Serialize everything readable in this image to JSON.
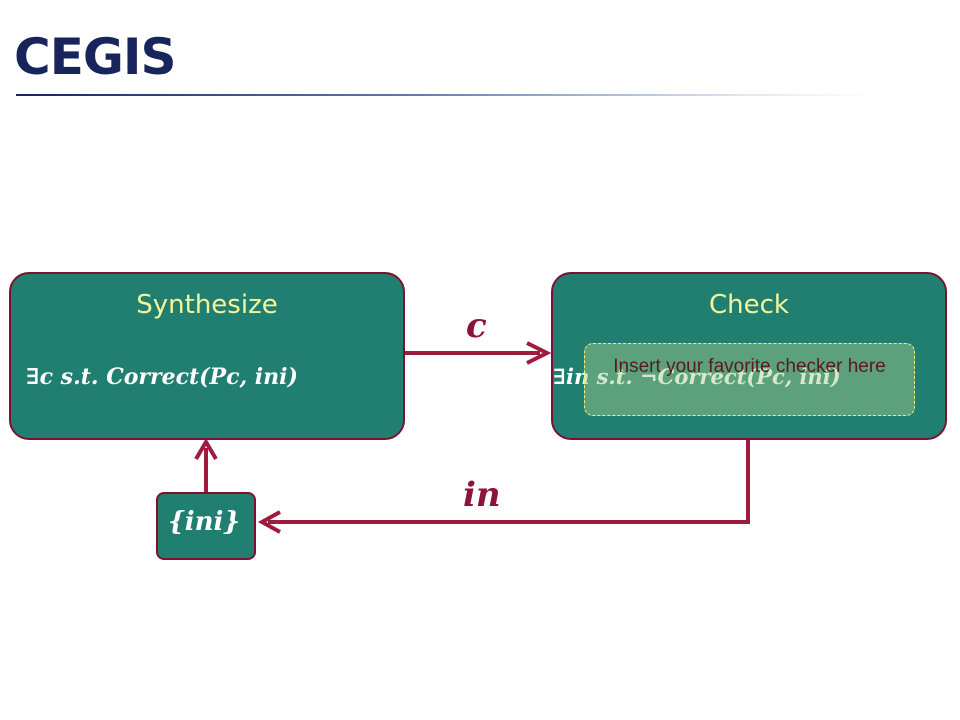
{
  "slide": {
    "title": "CEGIS"
  },
  "diagram": {
    "synthesize": {
      "label": "Synthesize",
      "formula": "∃c  s.t. Correct(Pc, ini)"
    },
    "check": {
      "label": "Check",
      "formula": "∃in  s.t. ¬Correct(Pc, ini)"
    },
    "inputs": {
      "label": "{ini}"
    },
    "edges": {
      "candidate_label": "c",
      "counterexample_label": "in"
    },
    "overlay": {
      "text": "Insert your favorite checker here"
    },
    "colors": {
      "box_fill": "#217f72",
      "box_border": "#7c1232",
      "arrow": "#a01a3e",
      "box_label": "#f4f59a",
      "title": "#17255c"
    }
  }
}
